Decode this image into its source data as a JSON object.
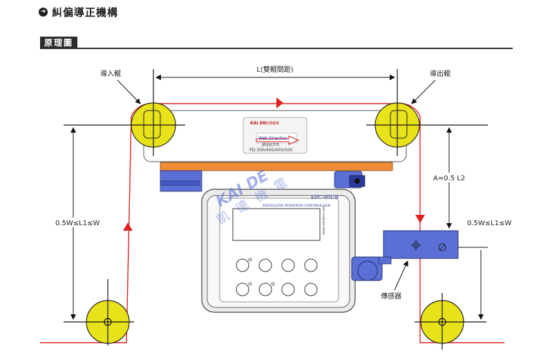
{
  "header": {
    "title": "糾偏導正機構",
    "icon": "arrow-circle-icon"
  },
  "section": {
    "badge": "原理圖"
  },
  "labels": {
    "inlet_roller": "導入輥",
    "outlet_roller": "導出輥",
    "roller_distance": "L(雙輥間距)",
    "left_distance": "0.5W≤L1≤W",
    "right_distance": "0.5W≤L1≤W",
    "a_distance": "A≈0.5 L2",
    "sensor": "傳感器"
  },
  "nameplate": {
    "brand": "KAI DE",
    "brand_cn": "凱德機電",
    "tag": "Web Direction",
    "tag_cn": "請往此方向",
    "models": "PD-350/400/450/500"
  },
  "controller": {
    "model": "EPC-80UB",
    "subtitle": "EDGE/LINE POSITION CONTROLLER",
    "side_text": "www.kaidem.net",
    "watermark_en": "KAI DE",
    "watermark_cn": "凱德機電"
  },
  "colors": {
    "web_line": "#e02222",
    "roller_fill": "#e8e21a",
    "platform": "#f08c36",
    "blue_part": "#5b6fd6",
    "text": "#1e1e1e"
  }
}
